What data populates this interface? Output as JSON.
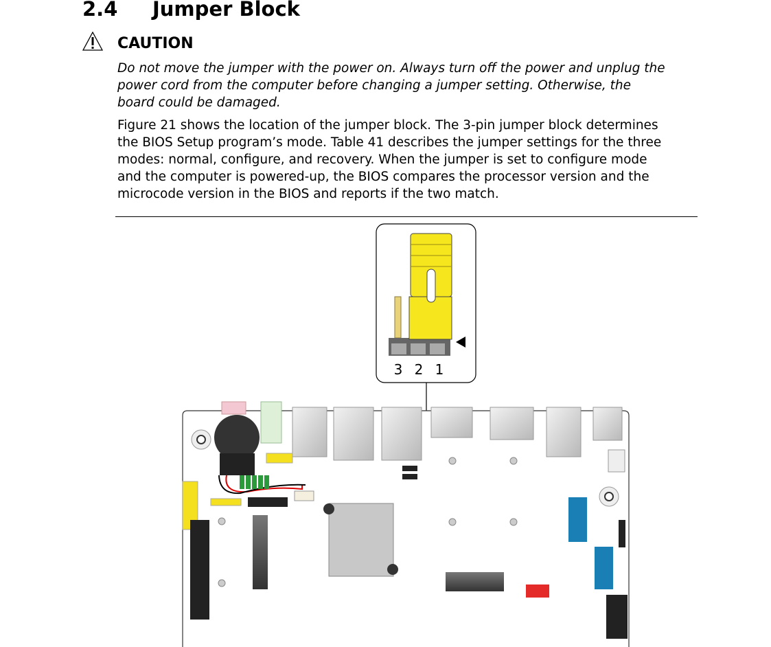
{
  "section": {
    "number": "2.4",
    "title": "Jumper Block"
  },
  "caution": {
    "icon": "warning-triangle-icon",
    "label": "CAUTION",
    "lines": [
      "Do not move the jumper with the power on.  Always turn off the power and unplug the",
      "power cord from the computer before changing a jumper setting.  Otherwise, the",
      "board could be damaged."
    ]
  },
  "body": {
    "lines": [
      "Figure 21 shows the location of the jumper block.  The 3-pin jumper block determines",
      "the BIOS Setup program’s mode.  Table 41 describes the jumper settings for the three",
      "modes:  normal, configure, and recovery.  When the jumper is set to configure mode",
      "and the computer is powered-up, the BIOS compares the processor version and the",
      "microcode version in the BIOS and reports if the two match."
    ]
  },
  "figure": {
    "pin_labels": [
      "3",
      "2",
      "1"
    ],
    "colors": {
      "jumper": "#f5e61e",
      "sata": "#1a7fb5",
      "fan": "#e52a2a",
      "header": "#2a9a3a"
    }
  }
}
